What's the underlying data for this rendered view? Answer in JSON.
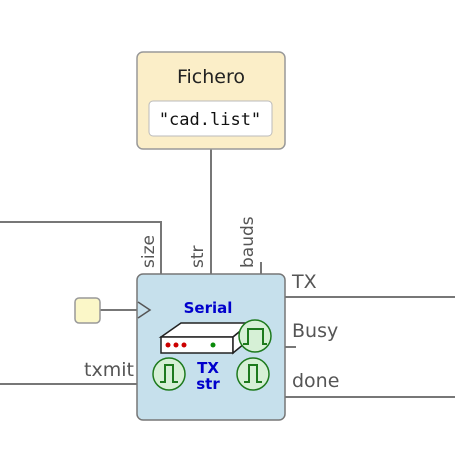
{
  "fichero": {
    "title": "Fichero",
    "value": "\"cad.list\""
  },
  "serial_block": {
    "title": "Serial",
    "sub1": "TX",
    "sub2": "str"
  },
  "inputs": {
    "size": "size",
    "str": "str",
    "bauds": "bauds",
    "txmit": "txmit"
  },
  "outputs": {
    "tx": "TX",
    "busy": "Busy",
    "done": "done"
  },
  "colors": {
    "wire": "#777777",
    "fichero_fill": "#fbeec8",
    "serial_fill": "#c6e0ec",
    "serial_title": "#0000cc",
    "pulse_fill": "#d6f0d6",
    "pulse_stroke": "#1d7a1d",
    "const_fill": "#fbf7c8"
  }
}
